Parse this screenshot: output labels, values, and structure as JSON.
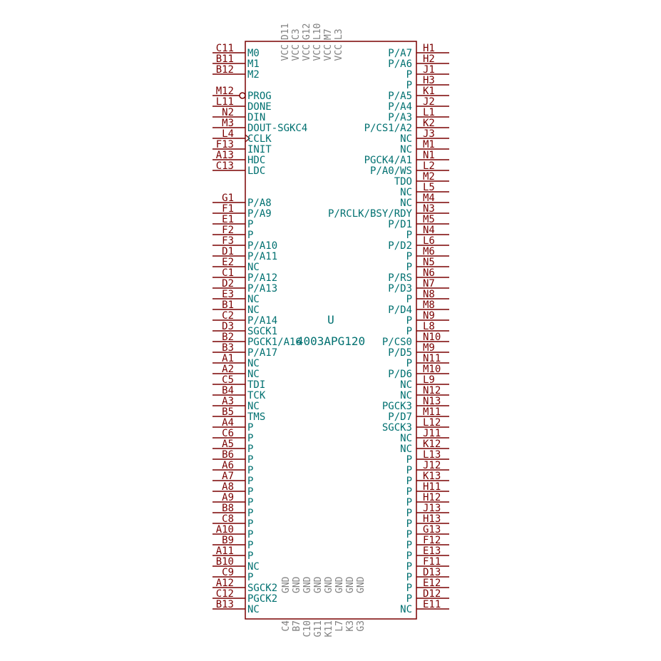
{
  "component": {
    "reference": "U",
    "value": "4003APG120",
    "colors": {
      "outline": "#7a0000",
      "pin_name": "#007070",
      "pin_number": "#7a0000",
      "power_pin": "#808080"
    }
  },
  "left_pins": [
    {
      "num": "C11",
      "name": "M0",
      "slot": 0
    },
    {
      "num": "B11",
      "name": "M1",
      "slot": 1
    },
    {
      "num": "B12",
      "name": "M2",
      "slot": 2
    },
    {
      "num": "M12",
      "name": "PROG",
      "slot": 4,
      "inverted": true
    },
    {
      "num": "L11",
      "name": "DONE",
      "slot": 5
    },
    {
      "num": "N2",
      "name": "DIN",
      "slot": 6
    },
    {
      "num": "M3",
      "name": "DOUT-SGKC4",
      "slot": 7
    },
    {
      "num": "L4",
      "name": "CCLK",
      "slot": 8,
      "clock": true
    },
    {
      "num": "F13",
      "name": "INIT",
      "slot": 9
    },
    {
      "num": "A13",
      "name": "HDC",
      "slot": 10
    },
    {
      "num": "C13",
      "name": "LDC",
      "slot": 11
    },
    {
      "num": "G1",
      "name": "P/A8",
      "slot": 14
    },
    {
      "num": "F1",
      "name": "P/A9",
      "slot": 15
    },
    {
      "num": "E1",
      "name": "P",
      "slot": 16
    },
    {
      "num": "F2",
      "name": "P",
      "slot": 17
    },
    {
      "num": "F3",
      "name": "P/A10",
      "slot": 18
    },
    {
      "num": "D1",
      "name": "P/A11",
      "slot": 19
    },
    {
      "num": "E2",
      "name": "NC",
      "slot": 20
    },
    {
      "num": "C1",
      "name": "P/A12",
      "slot": 21
    },
    {
      "num": "D2",
      "name": "P/A13",
      "slot": 22
    },
    {
      "num": "E3",
      "name": "NC",
      "slot": 23
    },
    {
      "num": "B1",
      "name": "NC",
      "slot": 24
    },
    {
      "num": "C2",
      "name": "P/A14",
      "slot": 25
    },
    {
      "num": "D3",
      "name": "SGCK1",
      "slot": 26
    },
    {
      "num": "B2",
      "name": "PGCK1/A16",
      "slot": 27
    },
    {
      "num": "B3",
      "name": "P/A17",
      "slot": 28
    },
    {
      "num": "A1",
      "name": "NC",
      "slot": 29
    },
    {
      "num": "A2",
      "name": "NC",
      "slot": 30
    },
    {
      "num": "C5",
      "name": "TDI",
      "slot": 31
    },
    {
      "num": "B4",
      "name": "TCK",
      "slot": 32
    },
    {
      "num": "A3",
      "name": "NC",
      "slot": 33
    },
    {
      "num": "B5",
      "name": "TMS",
      "slot": 34
    },
    {
      "num": "A4",
      "name": "P",
      "slot": 35
    },
    {
      "num": "C6",
      "name": "P",
      "slot": 36
    },
    {
      "num": "A5",
      "name": "P",
      "slot": 37
    },
    {
      "num": "B6",
      "name": "P",
      "slot": 38
    },
    {
      "num": "A6",
      "name": "P",
      "slot": 39
    },
    {
      "num": "A7",
      "name": "P",
      "slot": 40
    },
    {
      "num": "A8",
      "name": "P",
      "slot": 41
    },
    {
      "num": "A9",
      "name": "P",
      "slot": 42
    },
    {
      "num": "B8",
      "name": "P",
      "slot": 43
    },
    {
      "num": "C8",
      "name": "P",
      "slot": 44
    },
    {
      "num": "A10",
      "name": "P",
      "slot": 45
    },
    {
      "num": "B9",
      "name": "P",
      "slot": 46
    },
    {
      "num": "A11",
      "name": "P",
      "slot": 47
    },
    {
      "num": "B10",
      "name": "NC",
      "slot": 48
    },
    {
      "num": "C9",
      "name": "P",
      "slot": 49
    },
    {
      "num": "A12",
      "name": "SGCK2",
      "slot": 50
    },
    {
      "num": "C12",
      "name": "PGCK2",
      "slot": 51
    },
    {
      "num": "B13",
      "name": "NC",
      "slot": 52
    }
  ],
  "right_pins": [
    {
      "num": "H1",
      "name": "P/A7",
      "slot": 0
    },
    {
      "num": "H2",
      "name": "P/A6",
      "slot": 1
    },
    {
      "num": "J1",
      "name": "P",
      "slot": 2
    },
    {
      "num": "H3",
      "name": "P",
      "slot": 3
    },
    {
      "num": "K1",
      "name": "P/A5",
      "slot": 4
    },
    {
      "num": "J2",
      "name": "P/A4",
      "slot": 5
    },
    {
      "num": "L1",
      "name": "P/A3",
      "slot": 6
    },
    {
      "num": "K2",
      "name": "P/CS1/A2",
      "slot": 7
    },
    {
      "num": "J3",
      "name": "NC",
      "slot": 8
    },
    {
      "num": "M1",
      "name": "NC",
      "slot": 9
    },
    {
      "num": "N1",
      "name": "PGCK4/A1",
      "slot": 10
    },
    {
      "num": "L2",
      "name": "P/A0/WS",
      "slot": 11
    },
    {
      "num": "M2",
      "name": "TDO",
      "slot": 12
    },
    {
      "num": "L5",
      "name": "NC",
      "slot": 13
    },
    {
      "num": "M4",
      "name": "NC",
      "slot": 14
    },
    {
      "num": "N3",
      "name": "P/RCLK/BSY/RDY",
      "slot": 15
    },
    {
      "num": "M5",
      "name": "P/D1",
      "slot": 16
    },
    {
      "num": "N4",
      "name": "P",
      "slot": 17
    },
    {
      "num": "L6",
      "name": "P/D2",
      "slot": 18
    },
    {
      "num": "M6",
      "name": "P",
      "slot": 19
    },
    {
      "num": "N5",
      "name": "P",
      "slot": 20
    },
    {
      "num": "N6",
      "name": "P/RS",
      "slot": 21
    },
    {
      "num": "N7",
      "name": "P/D3",
      "slot": 22
    },
    {
      "num": "N8",
      "name": "P",
      "slot": 23
    },
    {
      "num": "M8",
      "name": "P/D4",
      "slot": 24
    },
    {
      "num": "N9",
      "name": "P",
      "slot": 25
    },
    {
      "num": "L8",
      "name": "P",
      "slot": 26
    },
    {
      "num": "N10",
      "name": "P/CS0",
      "slot": 27
    },
    {
      "num": "M9",
      "name": "P/D5",
      "slot": 28
    },
    {
      "num": "N11",
      "name": "P",
      "slot": 29
    },
    {
      "num": "M10",
      "name": "P/D6",
      "slot": 30
    },
    {
      "num": "L9",
      "name": "NC",
      "slot": 31
    },
    {
      "num": "N12",
      "name": "NC",
      "slot": 32
    },
    {
      "num": "N13",
      "name": "PGCK3",
      "slot": 33
    },
    {
      "num": "M11",
      "name": "P/D7",
      "slot": 34
    },
    {
      "num": "L12",
      "name": "SGCK3",
      "slot": 35
    },
    {
      "num": "J11",
      "name": "NC",
      "slot": 36
    },
    {
      "num": "K12",
      "name": "NC",
      "slot": 37
    },
    {
      "num": "L13",
      "name": "P",
      "slot": 38
    },
    {
      "num": "J12",
      "name": "P",
      "slot": 39
    },
    {
      "num": "K13",
      "name": "P",
      "slot": 40
    },
    {
      "num": "H11",
      "name": "P",
      "slot": 41
    },
    {
      "num": "H12",
      "name": "P",
      "slot": 42
    },
    {
      "num": "J13",
      "name": "P",
      "slot": 43
    },
    {
      "num": "H13",
      "name": "P",
      "slot": 44
    },
    {
      "num": "G13",
      "name": "P",
      "slot": 45
    },
    {
      "num": "F12",
      "name": "P",
      "slot": 46
    },
    {
      "num": "E13",
      "name": "P",
      "slot": 47
    },
    {
      "num": "F11",
      "name": "P",
      "slot": 48
    },
    {
      "num": "D13",
      "name": "P",
      "slot": 49
    },
    {
      "num": "E12",
      "name": "P",
      "slot": 50
    },
    {
      "num": "D12",
      "name": "P",
      "slot": 51
    },
    {
      "num": "E11",
      "name": "NC",
      "slot": 52
    }
  ],
  "top_pins": [
    {
      "num": "D11",
      "name": "VCC"
    },
    {
      "num": "C3",
      "name": "VCC"
    },
    {
      "num": "G12",
      "name": "VCC"
    },
    {
      "num": "L10",
      "name": "VCC"
    },
    {
      "num": "M7",
      "name": "VCC"
    },
    {
      "num": "L3",
      "name": "VCC"
    }
  ],
  "bottom_pins": [
    {
      "num": "C4",
      "name": "GND"
    },
    {
      "num": "B7",
      "name": "GND"
    },
    {
      "num": "C10",
      "name": "GND"
    },
    {
      "num": "G11",
      "name": "GND"
    },
    {
      "num": "K11",
      "name": "GND"
    },
    {
      "num": "L7",
      "name": "GND"
    },
    {
      "num": "K3",
      "name": "GND"
    },
    {
      "num": "G3",
      "name": "GND"
    }
  ]
}
